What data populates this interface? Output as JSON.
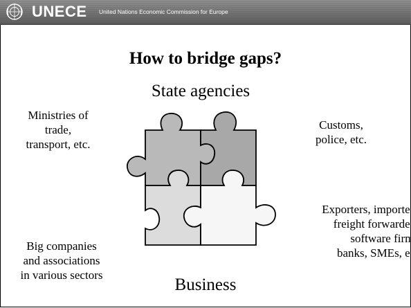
{
  "header": {
    "brand": "UNECE",
    "subtitle": "United Nations Economic Commission for Europe"
  },
  "slide": {
    "title": "How to bridge gaps?",
    "top_label": "State agencies",
    "bottom_label": "Business",
    "labels": {
      "ministries": [
        "Ministries of",
        "trade,",
        "transport, etc."
      ],
      "customs": [
        "Customs,",
        "police, etc."
      ],
      "big_companies": [
        "Big companies",
        "and associations",
        "in various sectors"
      ],
      "exporters": [
        "Exporters, importers",
        "freight forwarders",
        "software firms",
        "banks, SMEs, etc"
      ]
    }
  },
  "colors": {
    "header_bg": "#6d6d6d",
    "piece_top_left": "#b9b9b9",
    "piece_top_right": "#a8a8a8",
    "piece_bottom_left": "#dcdcdc",
    "piece_bottom_right": "#f6f6f6"
  },
  "icons": {
    "logo": "un-emblem-icon",
    "puzzle": "puzzle-pieces-icon"
  }
}
